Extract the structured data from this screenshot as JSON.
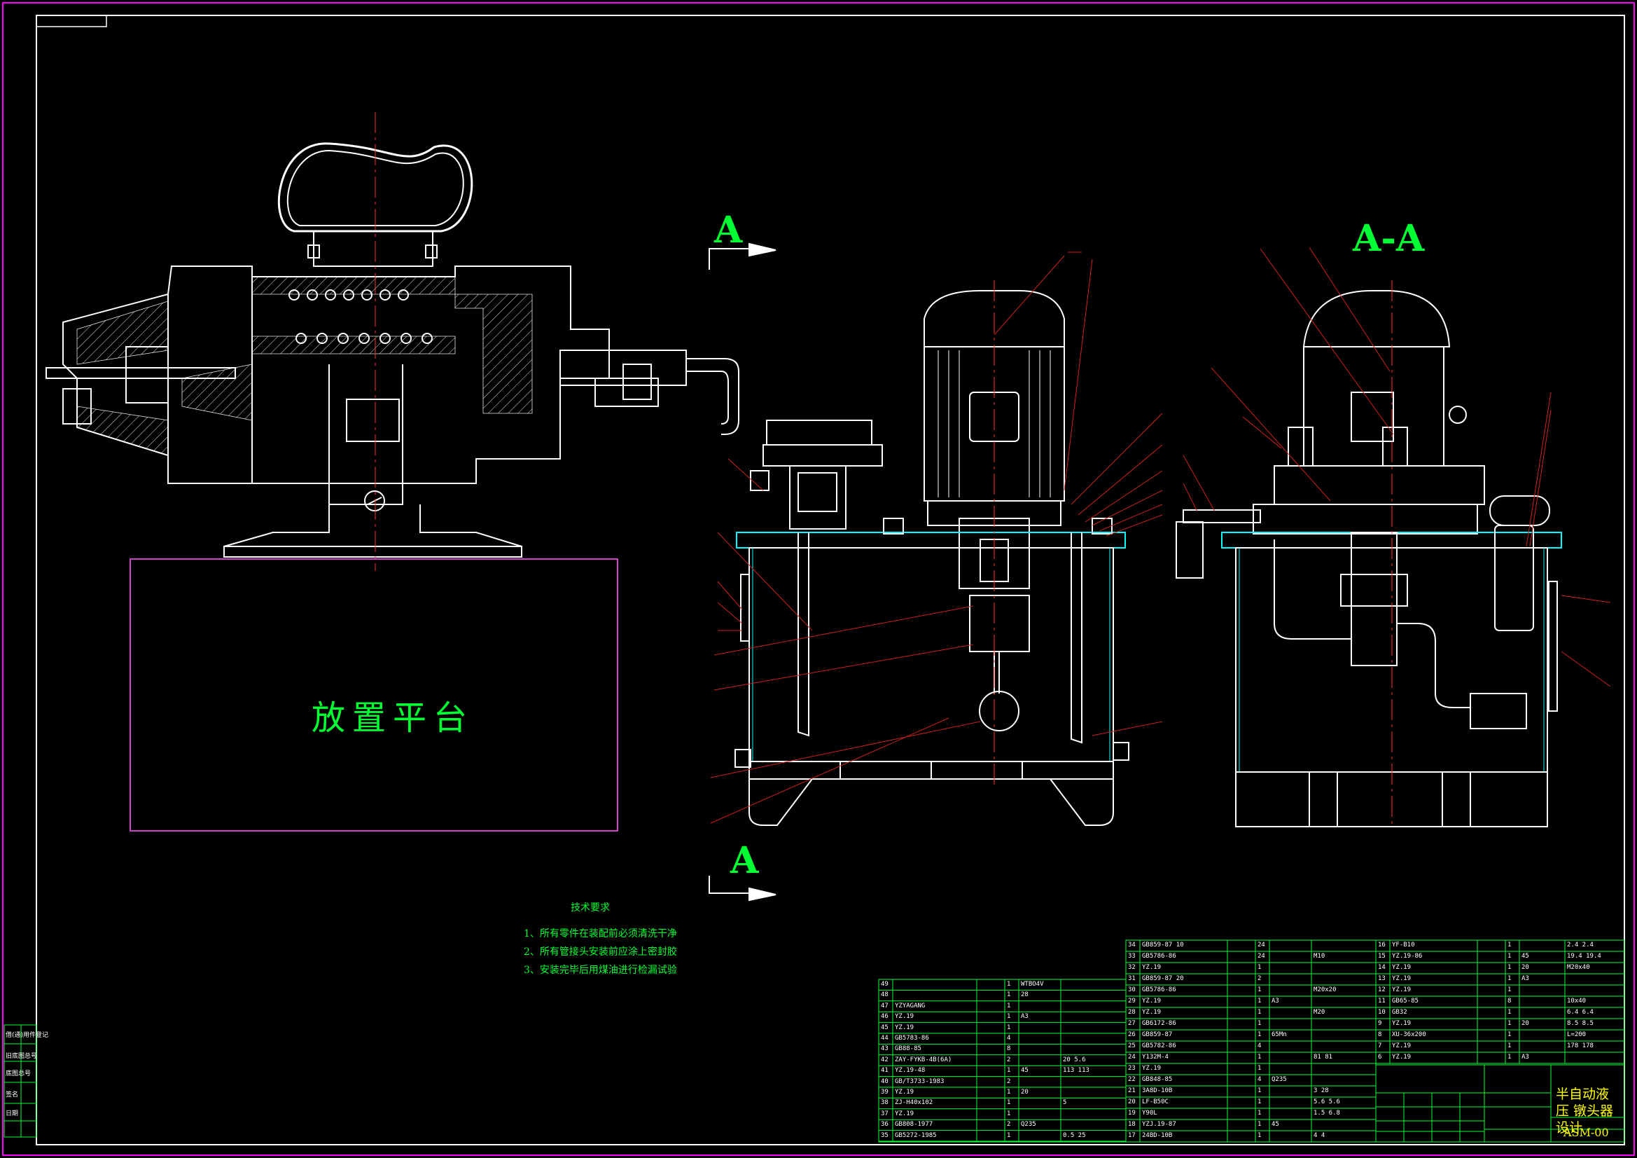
{
  "labels": {
    "section_top": "A",
    "section_bottom": "A",
    "section_view": "A-A",
    "platform": "放置平台",
    "drawing_number": "ASM-00",
    "title_name": "半自动液压 镦头器设计"
  },
  "tech_requirements": {
    "title": "技术要求",
    "items": [
      "1、所有零件在装配前必须清洗干净",
      "2、所有管接头安装前应涂上密封胶",
      "3、安装完毕后用煤油进行检漏试验"
    ]
  },
  "bom_left": [
    [
      "49",
      "",
      "",
      "1",
      "WTBO4V",
      ""
    ],
    [
      "48",
      "",
      "",
      "1",
      "28",
      ""
    ],
    [
      "47",
      "YZYAGANG",
      "",
      "1",
      "",
      ""
    ],
    [
      "46",
      "YZ.19",
      "",
      "1",
      "A3",
      ""
    ],
    [
      "45",
      "YZ.19",
      "",
      "1",
      "",
      ""
    ],
    [
      "44",
      "GB5783-86",
      "",
      "4",
      "",
      ""
    ],
    [
      "43",
      "GB88-85",
      "",
      "8",
      "",
      ""
    ],
    [
      "42",
      "ZAY-FYKB-4B(6A)",
      "",
      "2",
      "",
      "20 5.6"
    ],
    [
      "41",
      "YZ.19-48",
      "",
      "1",
      "45",
      "113 113"
    ],
    [
      "40",
      "GB/T3733-1983",
      "",
      "2",
      "",
      ""
    ],
    [
      "39",
      "YZ.19",
      "",
      "1",
      "20",
      ""
    ],
    [
      "38",
      "ZJ-H40x102",
      "",
      "1",
      "",
      "5"
    ],
    [
      "37",
      "YZ.19",
      "",
      "1",
      "",
      ""
    ],
    [
      "36",
      "GB808-1977",
      "",
      "2",
      "Q235",
      ""
    ],
    [
      "35",
      "GB5272-1985",
      "",
      "1",
      "",
      "0.5 25"
    ]
  ],
  "bom_middle": [
    [
      "34",
      "GB859-87 10",
      "",
      "24",
      "",
      ""
    ],
    [
      "33",
      "GB5786-86",
      "",
      "24",
      "",
      "M10"
    ],
    [
      "32",
      "YZ.19",
      "",
      "1",
      "",
      ""
    ],
    [
      "31",
      "GB859-87 20",
      "",
      "2",
      "",
      ""
    ],
    [
      "30",
      "GB5786-86",
      "",
      "1",
      "",
      "M20x20"
    ],
    [
      "29",
      "YZ.19",
      "",
      "1",
      "A3",
      ""
    ],
    [
      "28",
      "YZ.19",
      "",
      "1",
      "",
      "M20"
    ],
    [
      "27",
      "GB6172-86",
      "",
      "1",
      "",
      ""
    ],
    [
      "26",
      "GB859-87",
      "",
      "1",
      "65Mn",
      ""
    ],
    [
      "25",
      "GB5782-86",
      "",
      "4",
      "",
      ""
    ],
    [
      "24",
      "Y132M-4",
      "",
      "1",
      "",
      "81 81"
    ],
    [
      "23",
      "YZ.19",
      "",
      "1",
      "",
      ""
    ],
    [
      "22",
      "GB848-85",
      "",
      "4",
      "Q235",
      ""
    ],
    [
      "21",
      "3A8D-10B",
      "",
      "1",
      "",
      "3 28"
    ],
    [
      "20",
      "LF-B50C",
      "",
      "1",
      "",
      "5.6 5.6"
    ],
    [
      "19",
      "Y90L",
      "",
      "1",
      "",
      "1.5 6.8"
    ],
    [
      "18",
      "YZJ.19-87",
      "",
      "1",
      "45",
      ""
    ],
    [
      "17",
      "24BD-10B",
      "",
      "1",
      "",
      "4 4"
    ]
  ],
  "bom_right": [
    [
      "16",
      "YF-B10",
      "",
      "1",
      "",
      "2.4 2.4"
    ],
    [
      "15",
      "YZ.19-86",
      "",
      "1",
      "45",
      "19.4 19.4"
    ],
    [
      "14",
      "YZ.19",
      "",
      "1",
      "20",
      "M20x40"
    ],
    [
      "13",
      "YZ.19",
      "",
      "1",
      "A3",
      ""
    ],
    [
      "12",
      "YZ.19",
      "",
      "1",
      "",
      ""
    ],
    [
      "11",
      "GB65-85",
      "",
      "8",
      "",
      "10x40"
    ],
    [
      "10",
      "GB32",
      "",
      "1",
      "",
      "6.4 6.4"
    ],
    [
      "9",
      "YZ.19",
      "",
      "1",
      "20",
      "8.5 8.5"
    ],
    [
      "8",
      "XU-36x200",
      "",
      "1",
      "",
      "L=200"
    ],
    [
      "7",
      "YZ.19",
      "",
      "1",
      "",
      "178 178"
    ],
    [
      "6",
      "YZ.19",
      "",
      "1",
      "A3",
      ""
    ]
  ],
  "side_labels": [
    "借(通)用件登记",
    "旧底图总号",
    "底图总号",
    "签名",
    "日期"
  ]
}
